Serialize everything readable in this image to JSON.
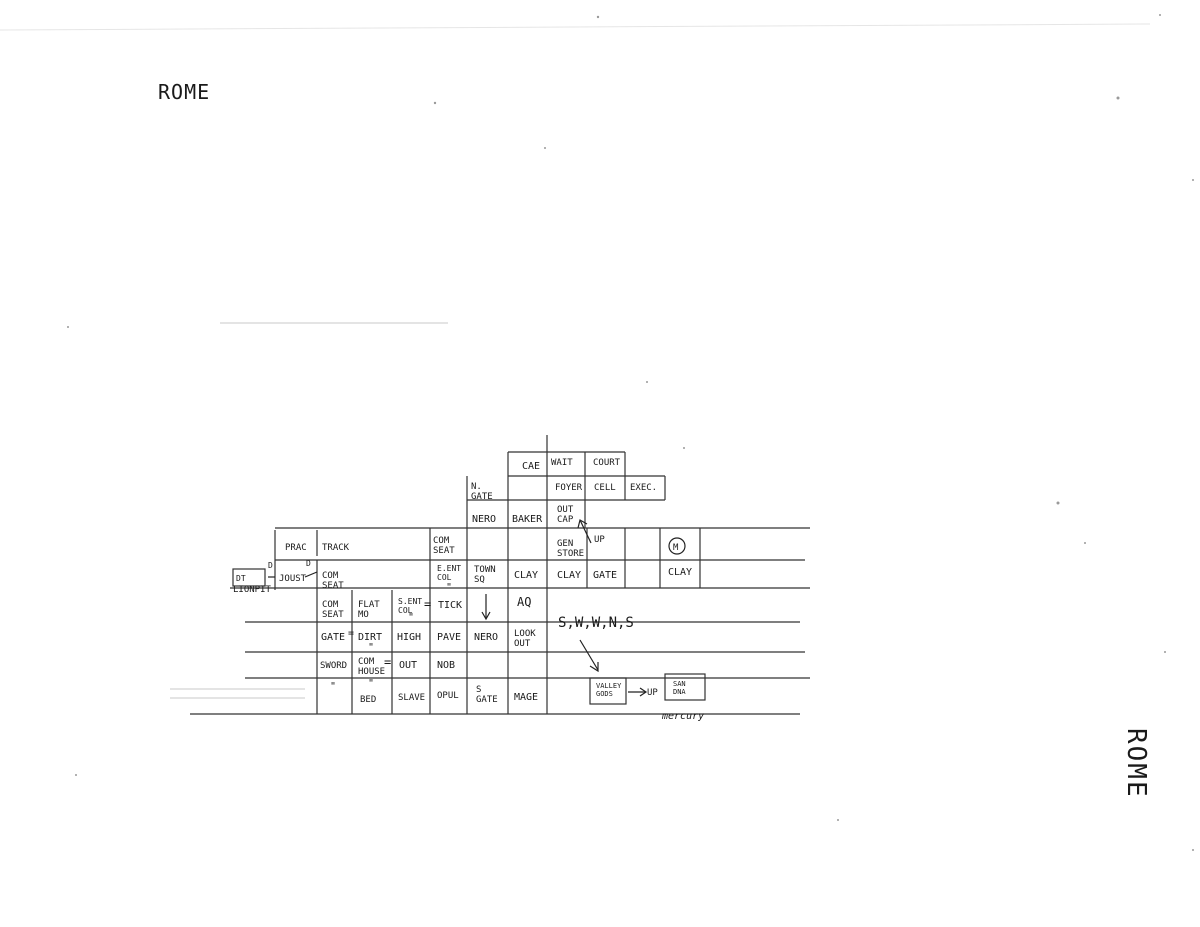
{
  "page": {
    "title": "ROME",
    "side_label": "ROME"
  },
  "map": {
    "rooms": [
      {
        "id": "cae",
        "lines": [
          "CAE"
        ]
      },
      {
        "id": "wait",
        "lines": [
          "WAIT"
        ]
      },
      {
        "id": "court",
        "lines": [
          "COURT"
        ]
      },
      {
        "id": "n_gate",
        "lines": [
          "N.",
          "GATE"
        ]
      },
      {
        "id": "foyer",
        "lines": [
          "FOYER"
        ]
      },
      {
        "id": "cell",
        "lines": [
          "CELL"
        ]
      },
      {
        "id": "exec",
        "lines": [
          "EXEC."
        ]
      },
      {
        "id": "nero_top",
        "lines": [
          "NERO"
        ]
      },
      {
        "id": "baker",
        "lines": [
          "BAKER"
        ]
      },
      {
        "id": "out_cap",
        "lines": [
          "OUT",
          "CAP"
        ]
      },
      {
        "id": "prac",
        "lines": [
          "PRAC"
        ]
      },
      {
        "id": "track",
        "lines": [
          "TRACK"
        ]
      },
      {
        "id": "com_seat_1",
        "lines": [
          "COM",
          "SEAT"
        ]
      },
      {
        "id": "gen_store",
        "lines": [
          "GEN",
          "STORE"
        ]
      },
      {
        "id": "m_mark",
        "lines": [
          "M"
        ]
      },
      {
        "id": "dt",
        "lines": [
          "DT"
        ]
      },
      {
        "id": "lion_pit",
        "lines": [
          "LIONPIT"
        ]
      },
      {
        "id": "joust",
        "lines": [
          "JOUST"
        ]
      },
      {
        "id": "com_seat_2",
        "lines": [
          "COM",
          "SEAT"
        ]
      },
      {
        "id": "e_ent_col",
        "lines": [
          "E.ENT",
          "COL"
        ]
      },
      {
        "id": "town_sq",
        "lines": [
          "TOWN",
          "SQ"
        ]
      },
      {
        "id": "clay_1",
        "lines": [
          "CLAY"
        ]
      },
      {
        "id": "clay_2",
        "lines": [
          "CLAY"
        ]
      },
      {
        "id": "gate_east",
        "lines": [
          "GATE"
        ]
      },
      {
        "id": "clay_3",
        "lines": [
          "CLAY"
        ]
      },
      {
        "id": "com_seat_3",
        "lines": [
          "COM",
          "SEAT"
        ]
      },
      {
        "id": "flat_mo",
        "lines": [
          "FLAT",
          "MO"
        ]
      },
      {
        "id": "s_ent_col",
        "lines": [
          "S.ENT",
          "COL"
        ]
      },
      {
        "id": "tick",
        "lines": [
          "TICK"
        ]
      },
      {
        "id": "aq",
        "lines": [
          "AQ"
        ]
      },
      {
        "id": "gate_west",
        "lines": [
          "GATE"
        ]
      },
      {
        "id": "dirt",
        "lines": [
          "DIRT"
        ]
      },
      {
        "id": "high",
        "lines": [
          "HIGH"
        ]
      },
      {
        "id": "pave",
        "lines": [
          "PAVE"
        ]
      },
      {
        "id": "nero_mid",
        "lines": [
          "NERO"
        ]
      },
      {
        "id": "look_out",
        "lines": [
          "LOOK",
          "OUT"
        ]
      },
      {
        "id": "sword",
        "lines": [
          "SWORD"
        ]
      },
      {
        "id": "com_house",
        "lines": [
          "COM",
          "HOUSE"
        ]
      },
      {
        "id": "out",
        "lines": [
          "OUT"
        ]
      },
      {
        "id": "nob",
        "lines": [
          "NOB"
        ]
      },
      {
        "id": "bed",
        "lines": [
          "BED"
        ]
      },
      {
        "id": "slave",
        "lines": [
          "SLAVE"
        ]
      },
      {
        "id": "opul",
        "lines": [
          "OPUL"
        ]
      },
      {
        "id": "s_gate",
        "lines": [
          "S",
          "GATE"
        ]
      },
      {
        "id": "mage",
        "lines": [
          "MAGE"
        ]
      },
      {
        "id": "valley_gods",
        "lines": [
          "VALLEY",
          "GODS"
        ]
      },
      {
        "id": "san_dna",
        "lines": [
          "SAN",
          "DNA"
        ]
      }
    ],
    "annotations": {
      "up_1": "UP",
      "up_2": "UP",
      "directions": "S,W,W,N,S",
      "mercury": "mercury",
      "ditto_marks": [
        "\"",
        "\"",
        "\"",
        "\"",
        "\""
      ],
      "d_marks": [
        "D",
        "D"
      ],
      "equals_marks": [
        "=",
        "=",
        "="
      ]
    }
  }
}
